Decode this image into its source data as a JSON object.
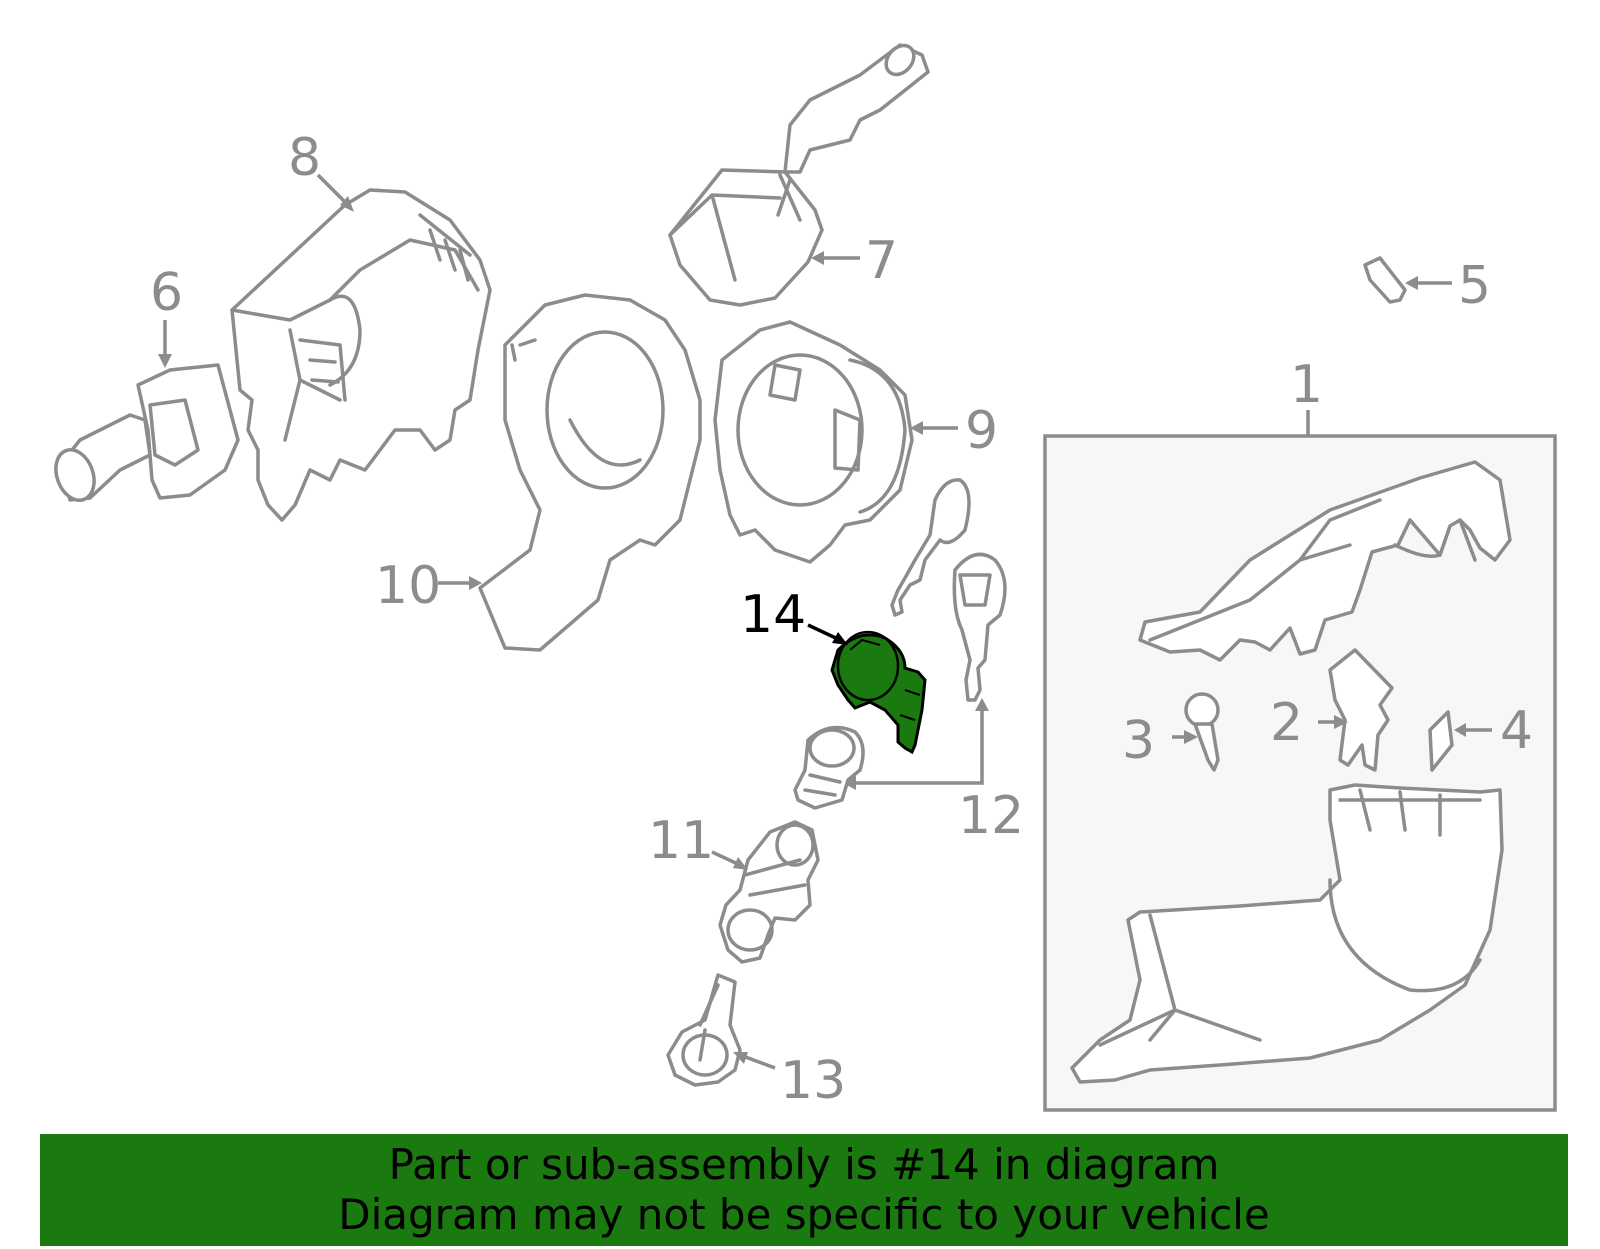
{
  "labels": {
    "p1": "1",
    "p2": "2",
    "p3": "3",
    "p4": "4",
    "p5": "5",
    "p6": "6",
    "p7": "7",
    "p8": "8",
    "p9": "9",
    "p10": "10",
    "p11": "11",
    "p12": "12",
    "p13": "13",
    "p14": "14"
  },
  "colors": {
    "line": "#8c8c8c",
    "highlight_part": "#1a7a10",
    "highlight_label": "#000000",
    "banner_bg": "#1a7a10",
    "box_fill": "#f7f7f7"
  },
  "banner": {
    "line1": "Part or sub-assembly is #14 in diagram",
    "line2": "Diagram may not be specific to your vehicle"
  }
}
